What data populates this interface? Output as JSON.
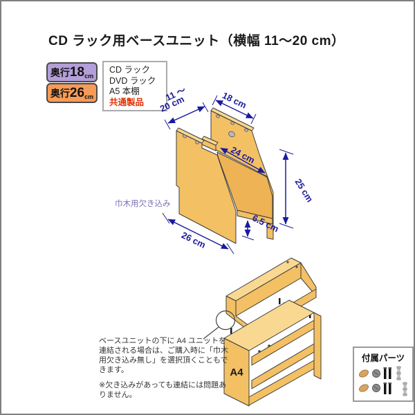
{
  "page": {
    "title": "CD ラック用ベースユニット（横幅 11〜20 cm）"
  },
  "badges": [
    {
      "prefix": "奥行",
      "value": "18",
      "unit": "cm",
      "bg_color": "#b49fd8"
    },
    {
      "prefix": "奥行",
      "value": "26",
      "unit": "cm",
      "bg_color": "#f79b56"
    }
  ],
  "compat_box": {
    "items": [
      "CD ラック",
      "DVD ラック",
      "A5 本棚"
    ],
    "highlight": "共通製品",
    "highlight_color": "#e03000"
  },
  "diagram": {
    "dim_width_line1": "11 〜",
    "dim_width_line2": "20 cm",
    "dim_top_depth": "18 cm",
    "dim_slope": "24 cm",
    "dim_height": "25 cm",
    "dim_notch_gap": "6.5 cm",
    "dim_bottom_depth": "26 cm",
    "notch_label": "巾木用欠き込み",
    "dimension_color": "#1b1b9e",
    "wood_color": "#f3c063"
  },
  "lower_diagram": {
    "unit_label": "A4"
  },
  "notes": {
    "line1": "ベースユニットの下に A4 ユニットを",
    "line2": "連結される場合は、ご購入時に「巾木",
    "line3": "用欠き込み無し」を選択頂くこともで",
    "line4": "きます。",
    "line5": "※欠き込みがあっても連結には問題あ",
    "line6": "りません。"
  },
  "parts_box": {
    "title": "付属パーツ"
  }
}
